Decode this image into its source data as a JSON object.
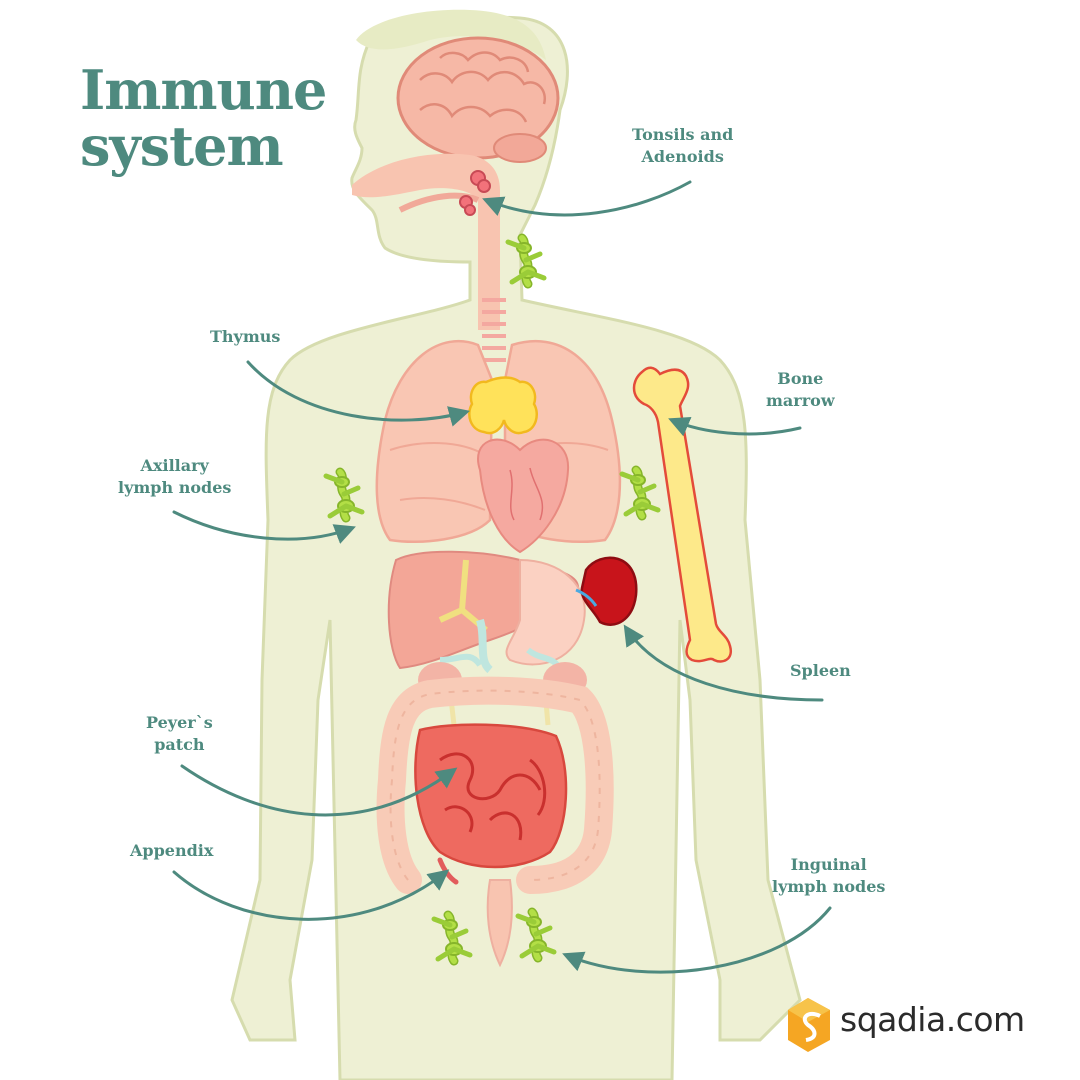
{
  "title": {
    "line1": "Immune",
    "line2": "system"
  },
  "labels": {
    "tonsils": {
      "line1": "Tonsils and",
      "line2": "Adenoids"
    },
    "thymus": {
      "line1": "Thymus"
    },
    "bone_marrow": {
      "line1": "Bone",
      "line2": "marrow"
    },
    "axillary": {
      "line1": "Axillary",
      "line2": "lymph nodes"
    },
    "spleen": {
      "line1": "Spleen"
    },
    "peyers": {
      "line1": "Peyer`s",
      "line2": "patch"
    },
    "appendix": {
      "line1": "Appendix"
    },
    "inguinal": {
      "line1": "Inguinal",
      "line2": "lymph nodes"
    }
  },
  "brand": {
    "text": "sqadia.com"
  },
  "colors": {
    "title": "#4e8a7f",
    "arrow": "#4e8a7f",
    "body_fill": "#eef0d4",
    "body_outline": "#d6dcae",
    "lymph_node": "#a6d63c",
    "spleen": "#c8141b",
    "intestine": "#ee6a60",
    "bone": "#fde98a",
    "thymus": "#ffe25a",
    "brand_orange": "#f5921e"
  }
}
